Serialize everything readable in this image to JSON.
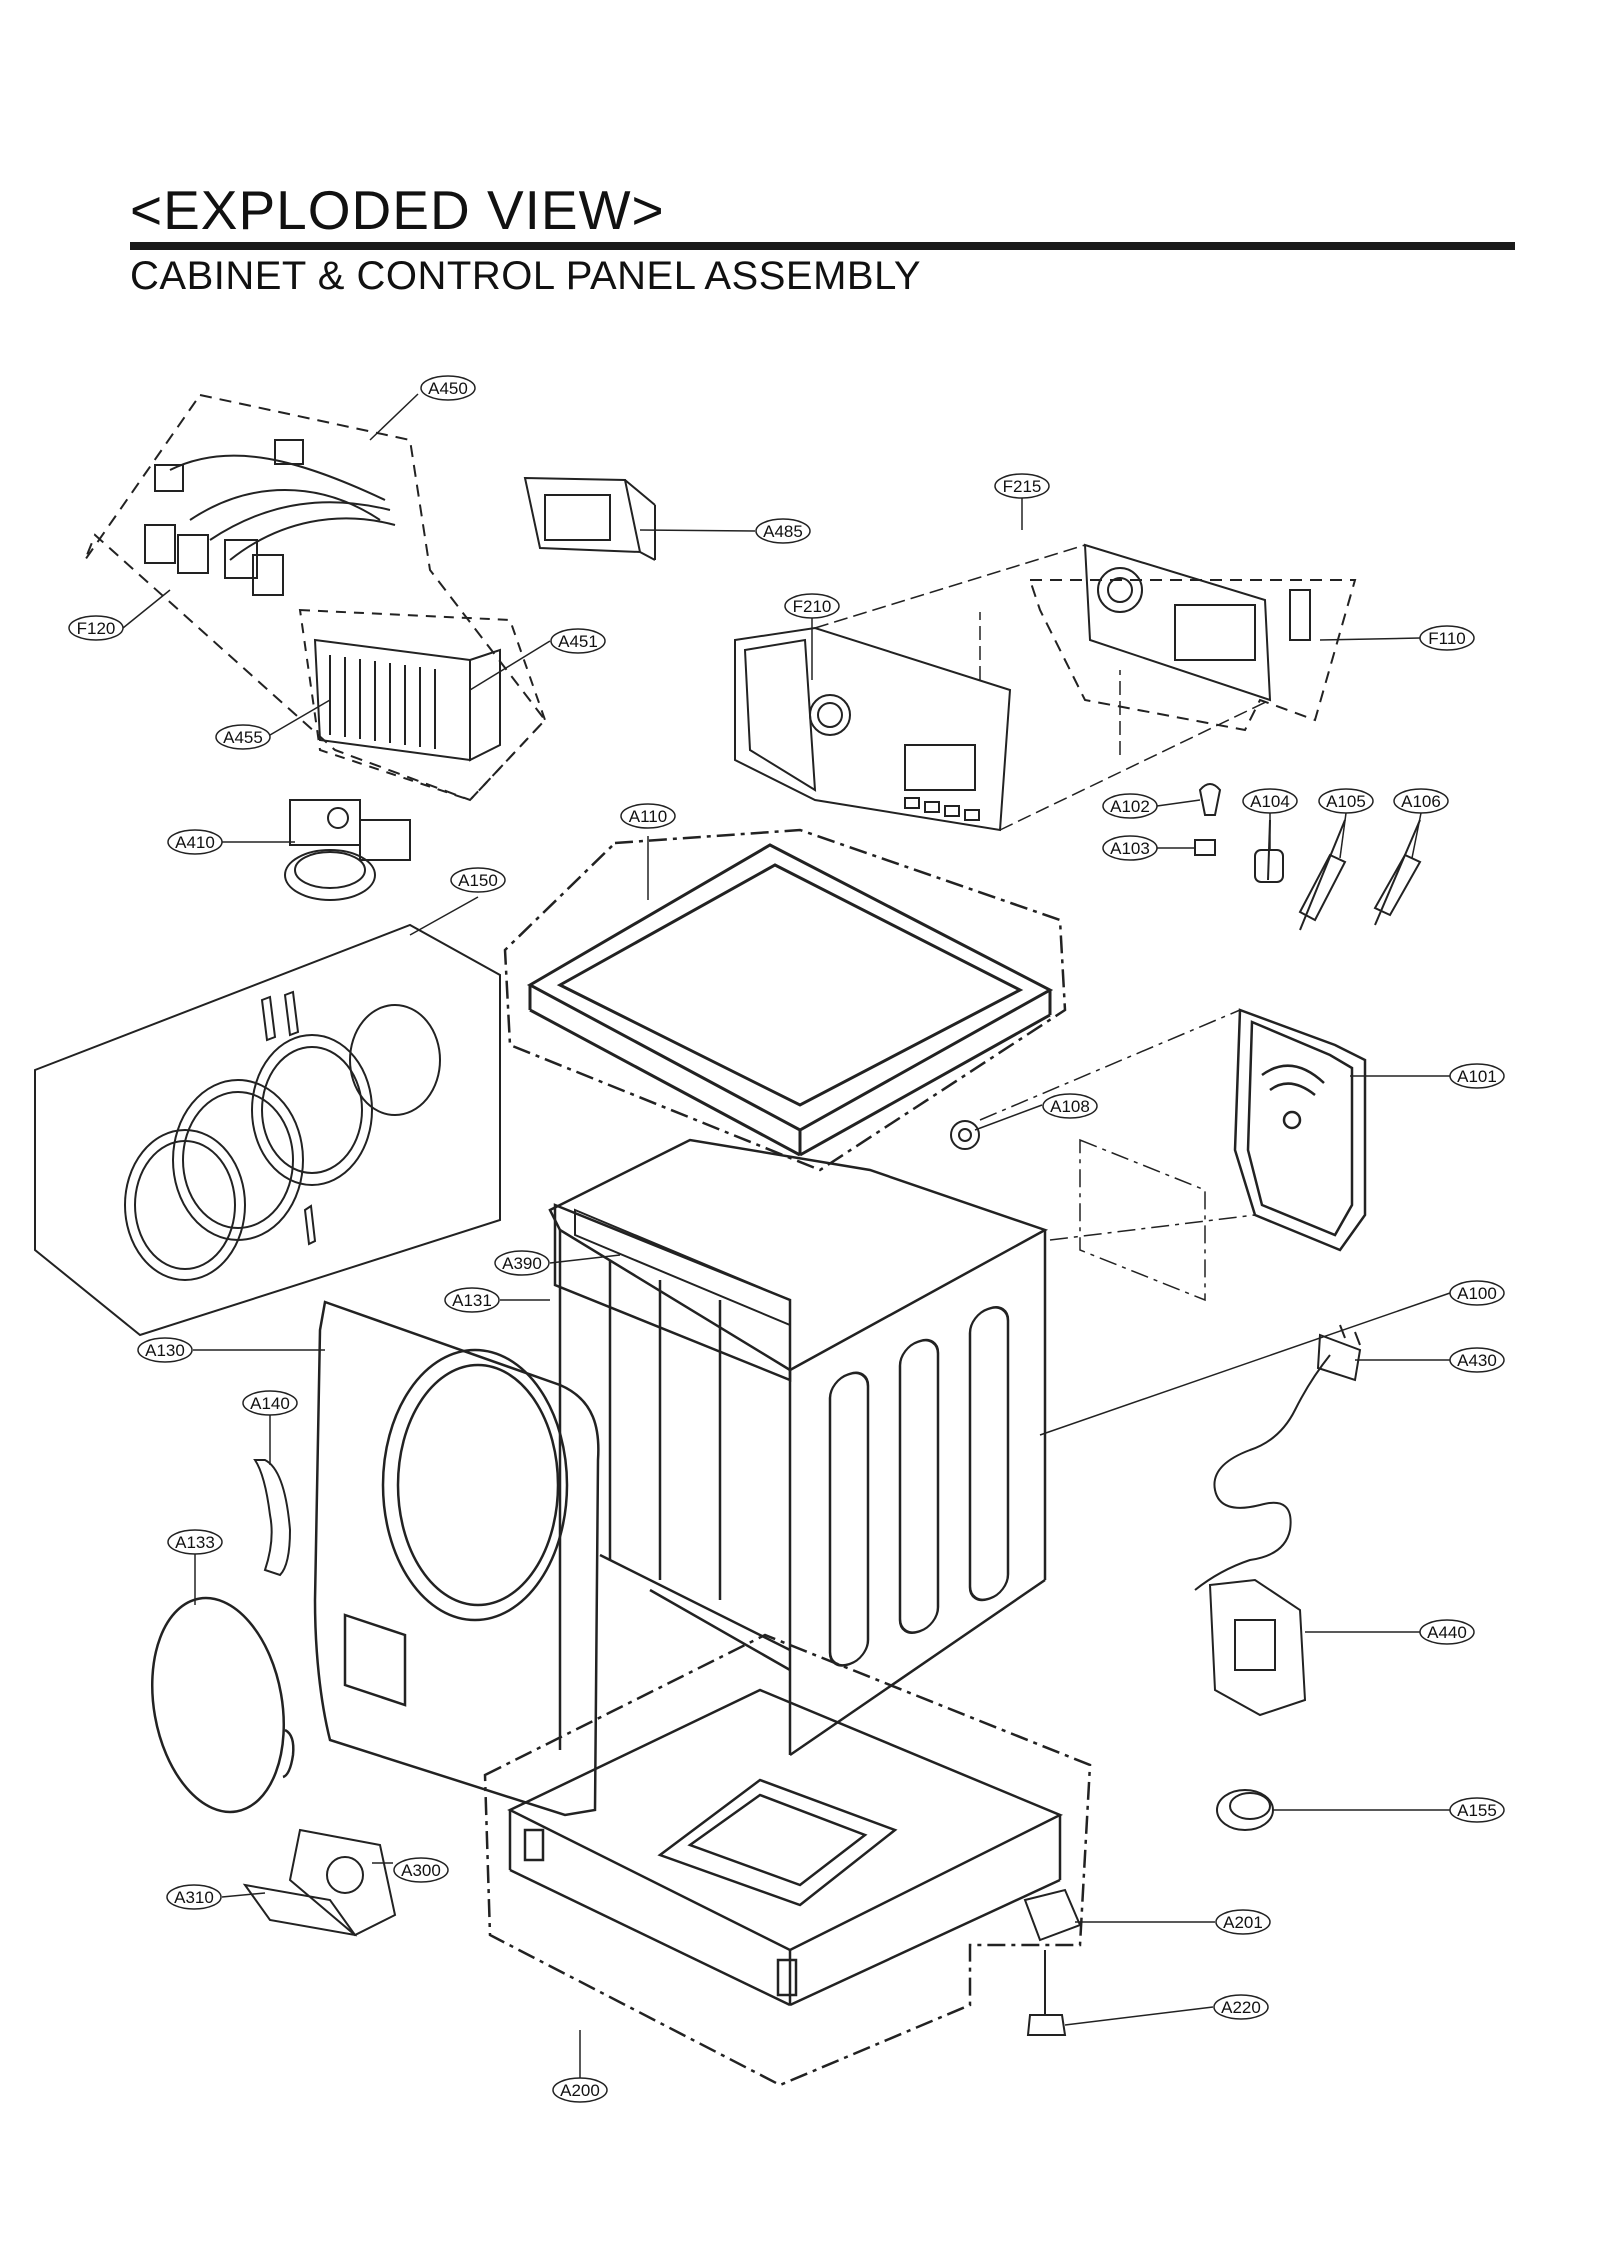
{
  "header": {
    "title": "<EXPLODED VIEW>",
    "subtitle": "CABINET & CONTROL PANEL ASSEMBLY"
  },
  "callouts": [
    {
      "label": "A450"
    },
    {
      "label": "A485"
    },
    {
      "label": "F215"
    },
    {
      "label": "F210"
    },
    {
      "label": "F110"
    },
    {
      "label": "F120"
    },
    {
      "label": "A451"
    },
    {
      "label": "A455"
    },
    {
      "label": "A110"
    },
    {
      "label": "A102"
    },
    {
      "label": "A104"
    },
    {
      "label": "A105"
    },
    {
      "label": "A106"
    },
    {
      "label": "A103"
    },
    {
      "label": "A410"
    },
    {
      "label": "A150"
    },
    {
      "label": "A101"
    },
    {
      "label": "A108"
    },
    {
      "label": "A390"
    },
    {
      "label": "A131"
    },
    {
      "label": "A100"
    },
    {
      "label": "A130"
    },
    {
      "label": "A430"
    },
    {
      "label": "A140"
    },
    {
      "label": "A133"
    },
    {
      "label": "A440"
    },
    {
      "label": "A155"
    },
    {
      "label": "A300"
    },
    {
      "label": "A310"
    },
    {
      "label": "A201"
    },
    {
      "label": "A220"
    },
    {
      "label": "A200"
    }
  ]
}
